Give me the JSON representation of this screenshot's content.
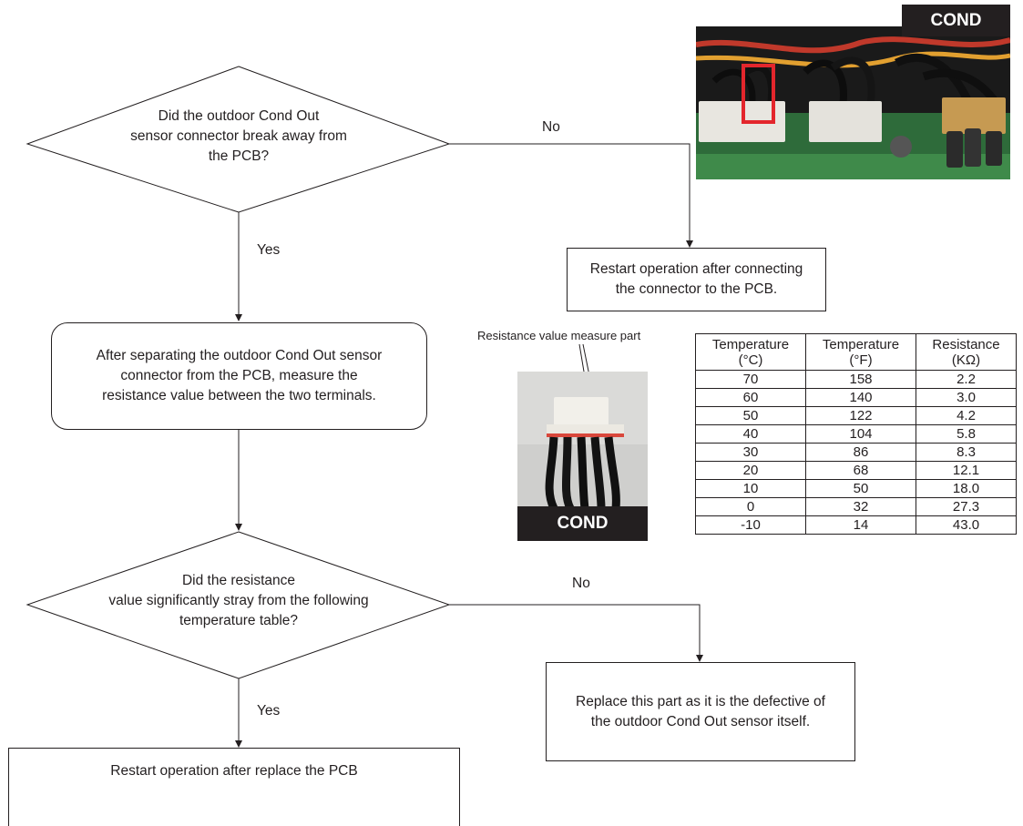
{
  "decision1": {
    "line1": "Did the outdoor Cond Out",
    "line2": "sensor connector break away from",
    "line3": "the PCB?"
  },
  "decision1_no_label": "No",
  "decision1_yes_label": "Yes",
  "box_reconnect": {
    "line1": "Restart operation after connecting",
    "line2": "the connector to the PCB."
  },
  "box_measure": {
    "line1": "After separating the outdoor Cond Out sensor",
    "line2": "connector from the PCB, measure the",
    "line3": "resistance value between the two terminals."
  },
  "decision2": {
    "line1": "Did the resistance",
    "line2": "value significantly stray from the following",
    "line3": "temperature table?"
  },
  "decision2_no_label": "No",
  "decision2_yes_label": "Yes",
  "box_replace_sensor": {
    "line1": "Replace this part as it is the defective of",
    "line2": "the outdoor Cond Out sensor itself."
  },
  "box_replace_pcb": "Restart operation after replace the PCB",
  "pcb_photo_tag": "COND",
  "connector_photo_tag": "COND",
  "measure_part_caption": "Resistance value measure part",
  "resistance_table": {
    "headers": [
      {
        "line1": "Temperature",
        "line2": "(°C)"
      },
      {
        "line1": "Temperature",
        "line2": "(°F)"
      },
      {
        "line1": "Resistance",
        "line2": "(KΩ)"
      }
    ],
    "rows": [
      [
        "70",
        "158",
        "2.2"
      ],
      [
        "60",
        "140",
        "3.0"
      ],
      [
        "50",
        "122",
        "4.2"
      ],
      [
        "40",
        "104",
        "5.8"
      ],
      [
        "30",
        "86",
        "8.3"
      ],
      [
        "20",
        "68",
        "12.1"
      ],
      [
        "10",
        "50",
        "18.0"
      ],
      [
        "0",
        "32",
        "27.3"
      ],
      [
        "-10",
        "14",
        "43.0"
      ]
    ]
  },
  "colors": {
    "line": "#231f20",
    "highlight": "#e3262c",
    "pcb_green": "#2e6b3a"
  }
}
